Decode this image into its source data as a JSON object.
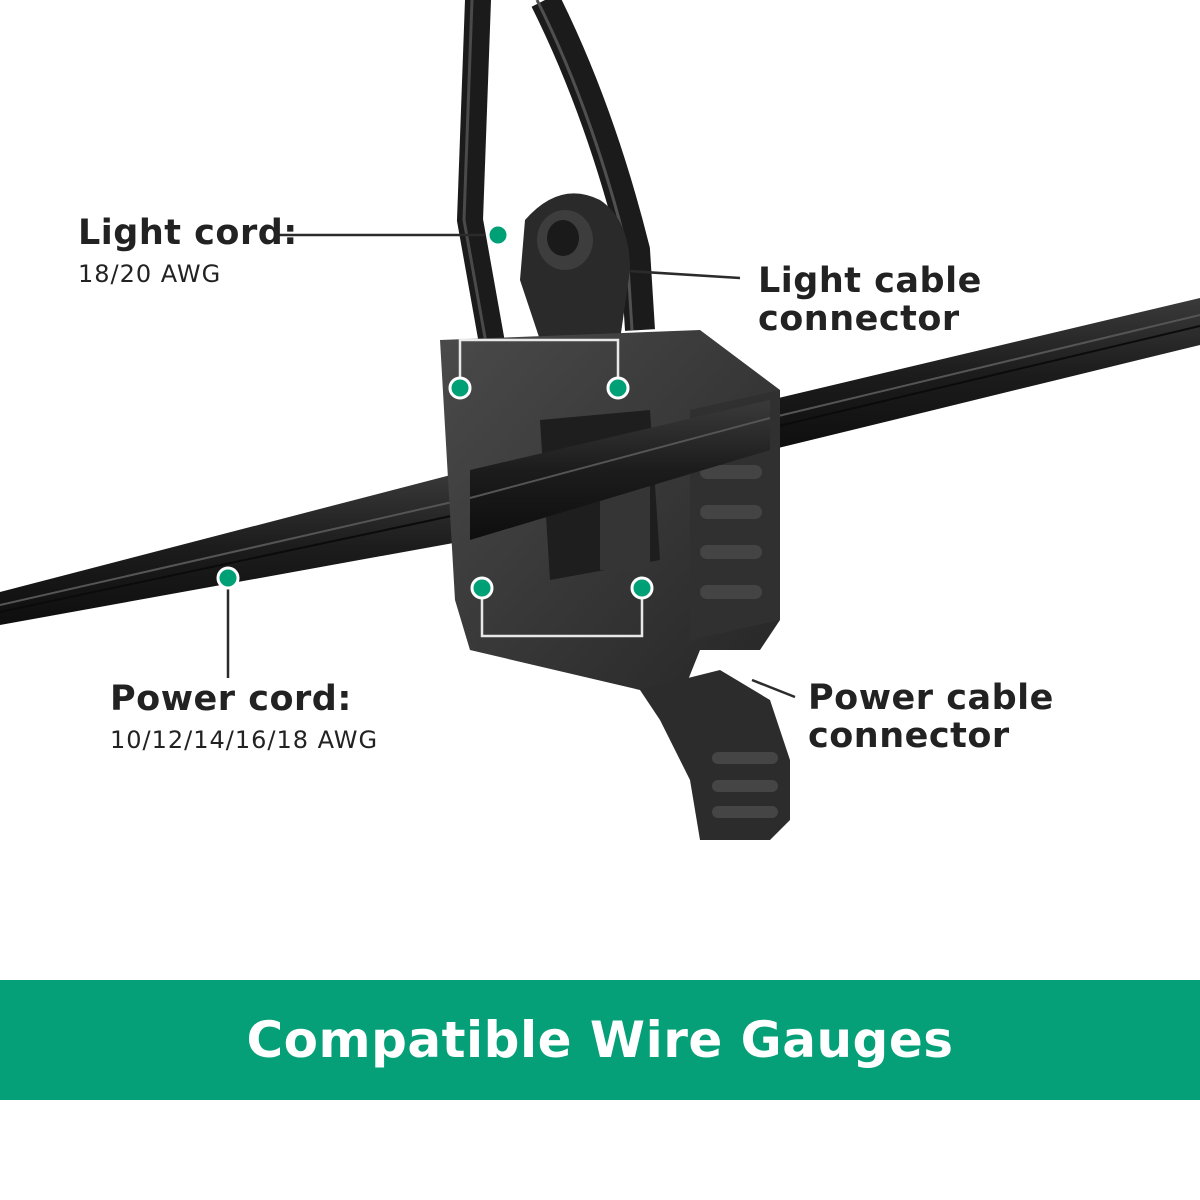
{
  "colors": {
    "accent": "#00a077",
    "banner": "#06a078",
    "text": "#222222",
    "cable": "#1a1a1a"
  },
  "labels": {
    "light_cord": {
      "title": "Light cord:",
      "spec": "18/20 AWG"
    },
    "power_cord": {
      "title": "Power cord:",
      "spec": "10/12/14/16/18 AWG"
    },
    "light_connector": {
      "line1": "Light cable",
      "line2": "connector"
    },
    "power_connector": {
      "line1": "Power cable",
      "line2": "connector"
    }
  },
  "banner": {
    "text": "Compatible Wire Gauges"
  }
}
